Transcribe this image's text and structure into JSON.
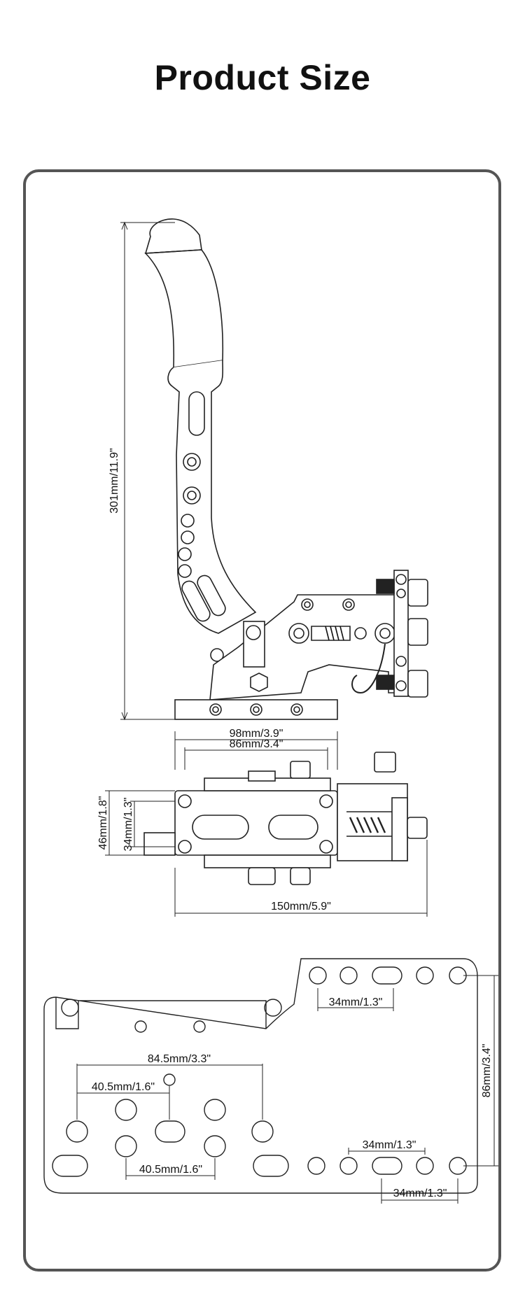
{
  "title": "Product Size",
  "side_view": {
    "height_label": "301mm/11.9\""
  },
  "top_view": {
    "width_outer_label": "98mm/3.9\"",
    "width_inner_label": "86mm/3.4\"",
    "height_outer_label": "46mm/1.8\"",
    "height_inner_label": "34mm/1.3\"",
    "length_label": "150mm/5.9\""
  },
  "base_plate": {
    "top_spacing_label": "34mm/1.3\"",
    "right_height_label": "86mm/3.4\"",
    "span_label": "84.5mm/3.3\"",
    "upper_spacing_label": "40.5mm/1.6\"",
    "lower_spacing_label": "40.5mm/1.6\"",
    "bottom_spacing_label": "34mm/1.3\"",
    "bottom_right_spacing_label": "34mm/1.3\""
  }
}
